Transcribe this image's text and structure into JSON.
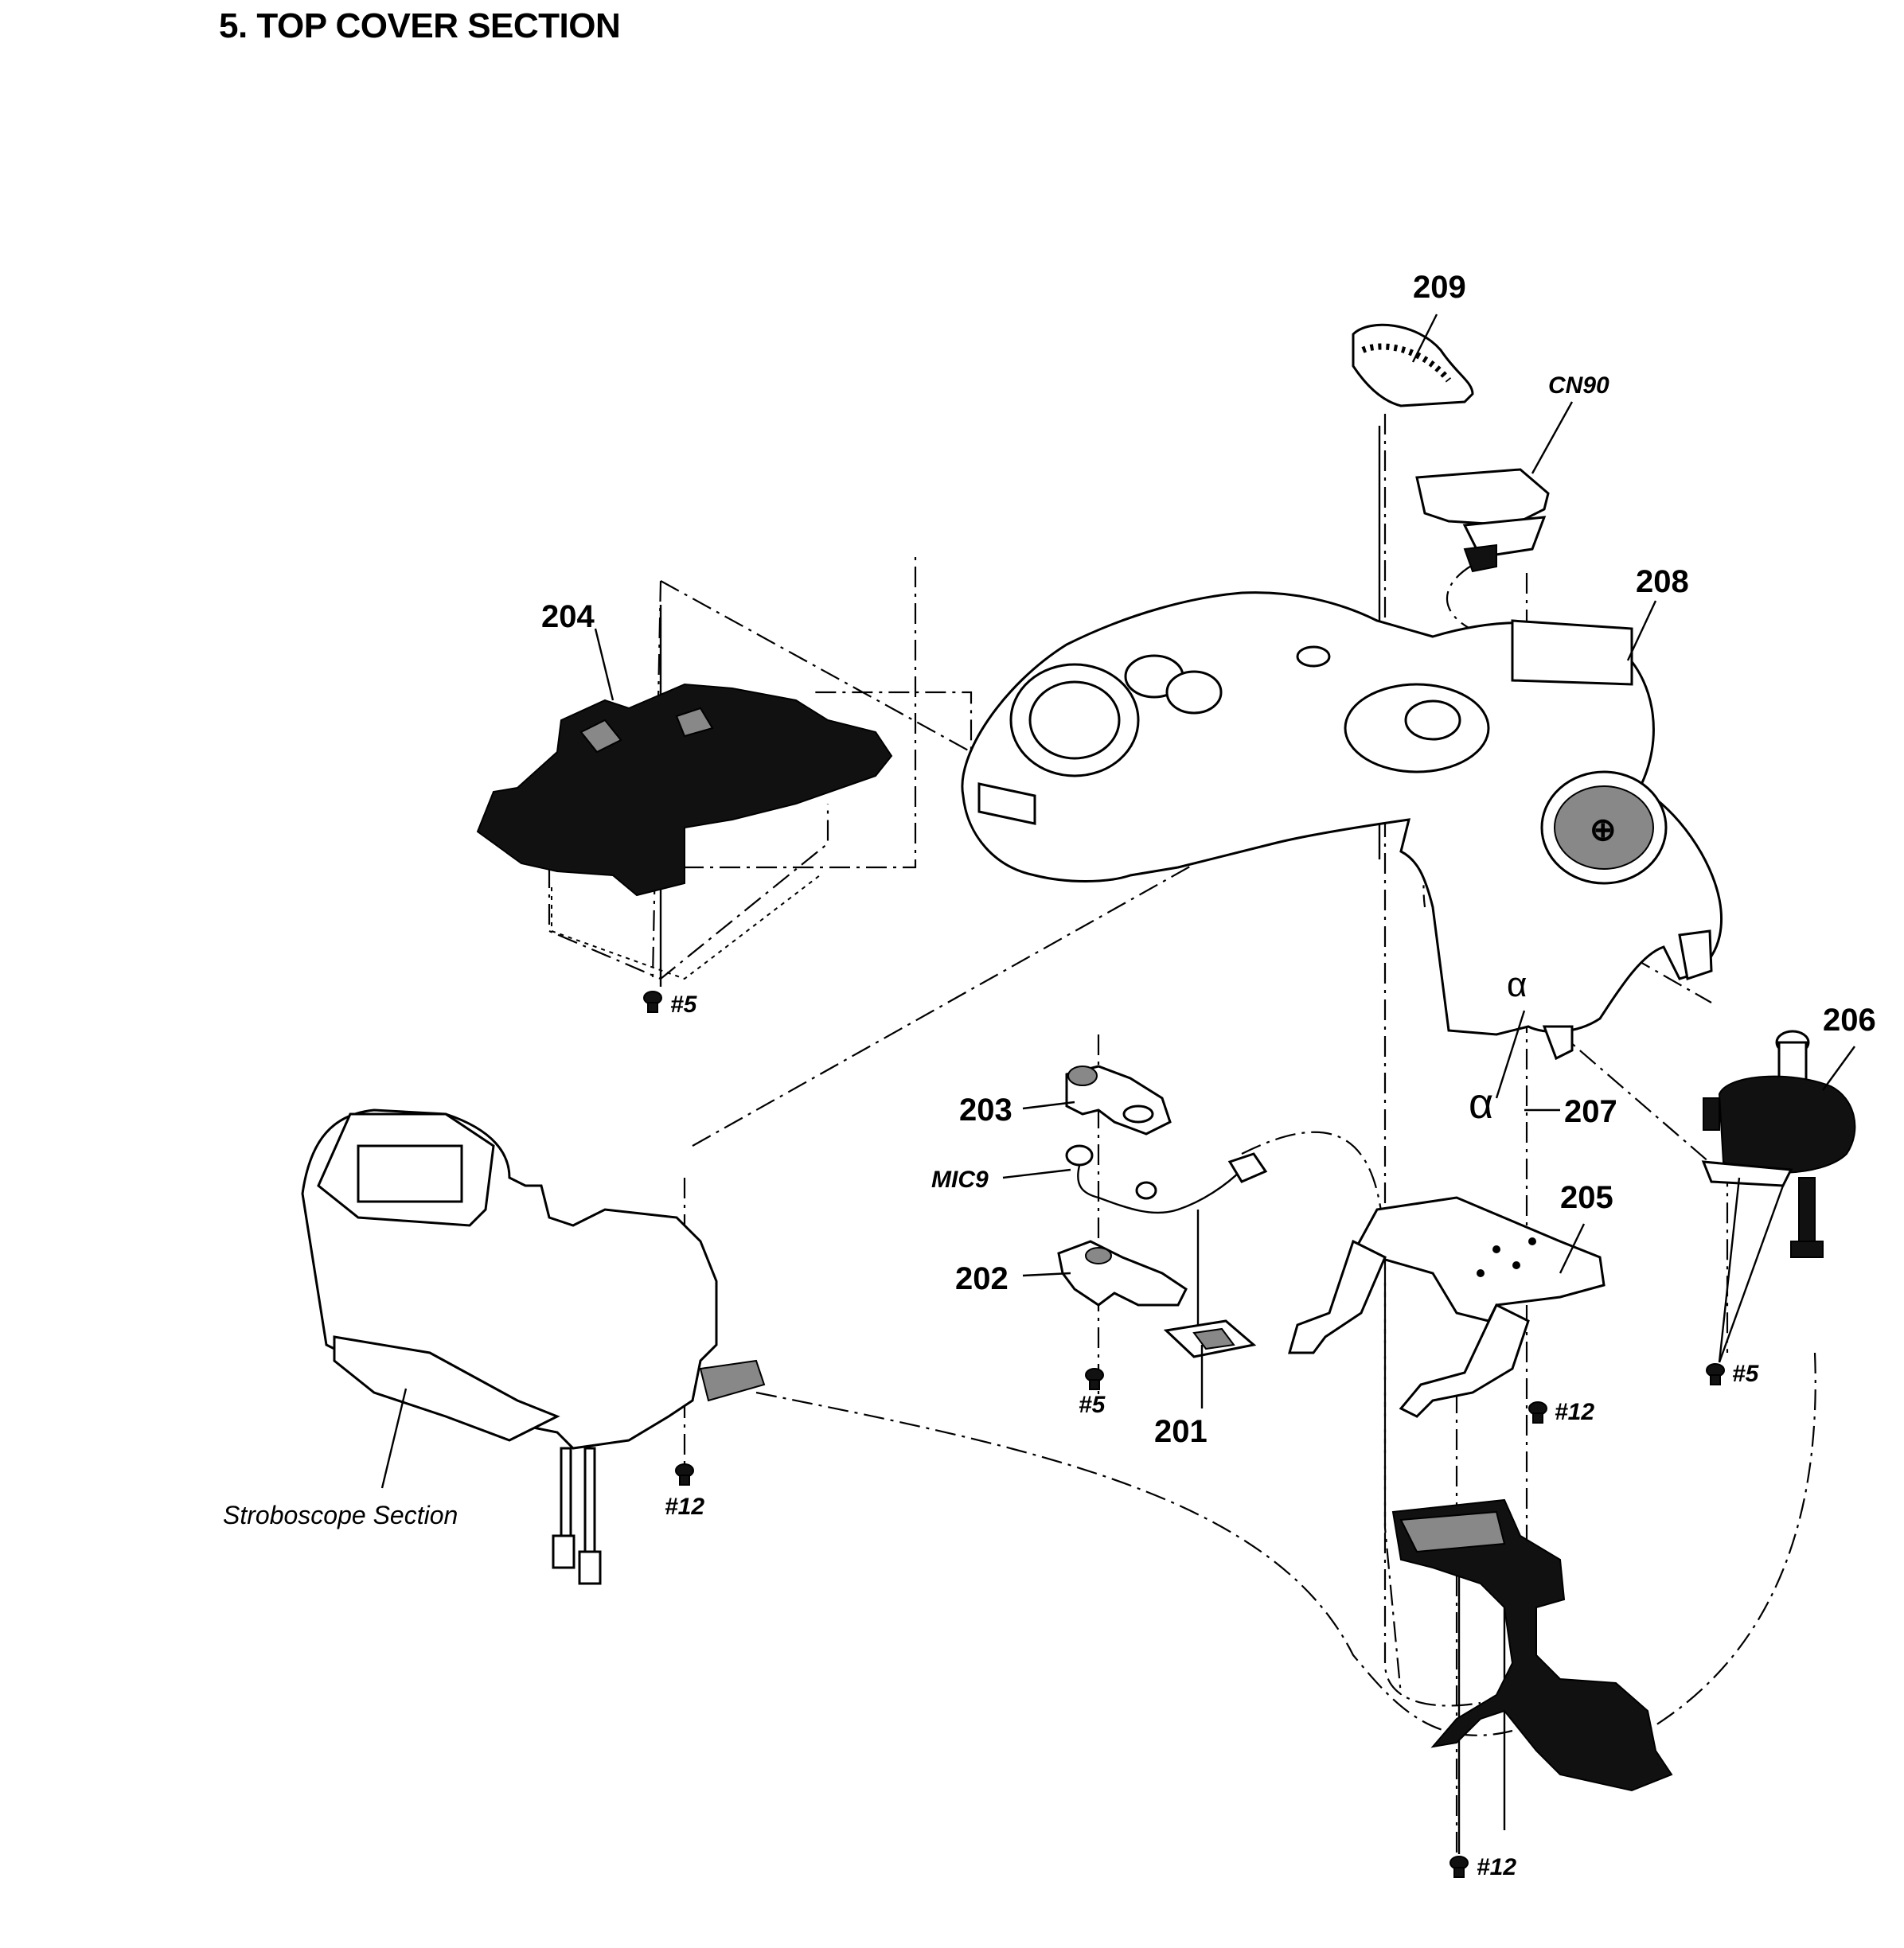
{
  "title": "5. TOP COVER SECTION",
  "labels": {
    "p201": "201",
    "p202": "202",
    "p203": "203",
    "p204": "204",
    "p205": "205",
    "p206": "206",
    "p207": "207",
    "p208": "208",
    "p209": "209",
    "cn90": "CN90",
    "mic9": "MIC9",
    "stroboscope": "Stroboscope Section",
    "screw5_a": "#5",
    "screw5_b": "#5",
    "screw5_c": "#5",
    "screw12_a": "#12",
    "screw12_b": "#12",
    "screw12_c": "#12"
  },
  "logo_mark": "α"
}
